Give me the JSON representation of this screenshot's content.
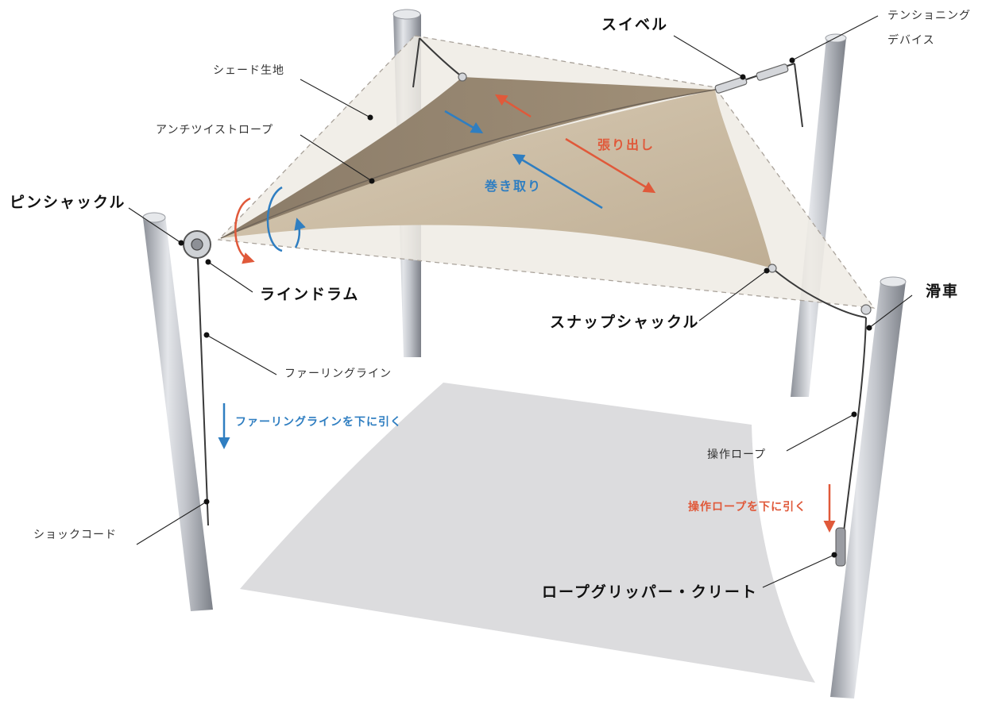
{
  "labels": {
    "swivel": "スイベル",
    "tensioning_device_line1": "テンショニング",
    "tensioning_device_line2": "デバイス",
    "shade_fabric": "シェード生地",
    "anti_twist_rope": "アンチツイストロープ",
    "pin_shackle": "ピンシャックル",
    "line_drum": "ラインドラム",
    "furling_line": "ファーリングライン",
    "shock_cord": "ショックコード",
    "snap_shackle": "スナップシャックル",
    "pulley": "滑車",
    "operation_rope": "操作ロープ",
    "rope_gripper_cleat": "ロープグリッパー・クリート"
  },
  "actions": {
    "extend": "張り出し",
    "retract": "巻き取り",
    "pull_furling_line": "ファーリングラインを下に引く",
    "pull_operation_rope": "操作ロープを下に引く"
  },
  "colors": {
    "extend_red": "#E0593A",
    "retract_blue": "#2F7EC1",
    "fabric_dark": "#8E7F6C",
    "fabric_light": "#C9BBA5",
    "fabric_outline": "#EFEBE4",
    "ground_shadow": "#DCDCDE",
    "pole_gray": "#B9BCC2"
  }
}
